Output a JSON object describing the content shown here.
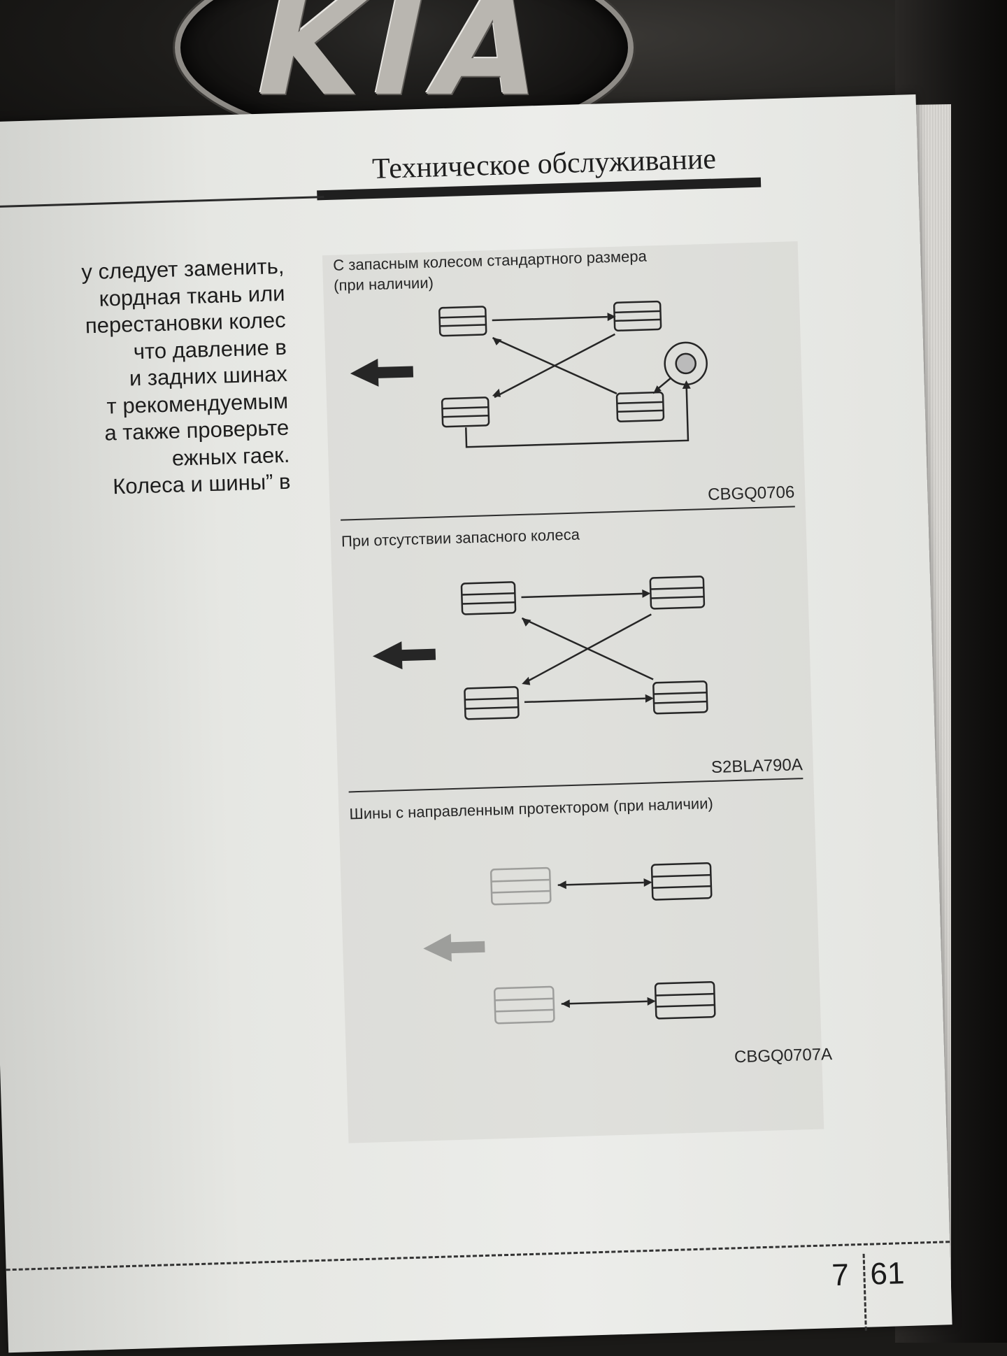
{
  "logo_text": "KIA",
  "header": {
    "title": "Техническое обслуживание"
  },
  "left_column": [
    "у следует заменить,",
    "кордная ткань или",
    "перестановки колес",
    "что давление в",
    "и задних шинах",
    "т рекомендуемым",
    "а также проверьте",
    "ежных гаек.",
    "Колеса и шины” в"
  ],
  "figures": [
    {
      "caption_lines": [
        "С запасным колесом стандартного размера",
        "(при наличии)"
      ],
      "code": "CBGQ0706"
    },
    {
      "caption_lines": [
        "При отсутствии запасного колеса"
      ],
      "code": "S2BLA790A"
    },
    {
      "caption_lines": [
        "Шины с направленным протектором (при наличии)"
      ],
      "code": "CBGQ0707A"
    }
  ],
  "page_number": {
    "chapter": "7",
    "page": "61"
  }
}
